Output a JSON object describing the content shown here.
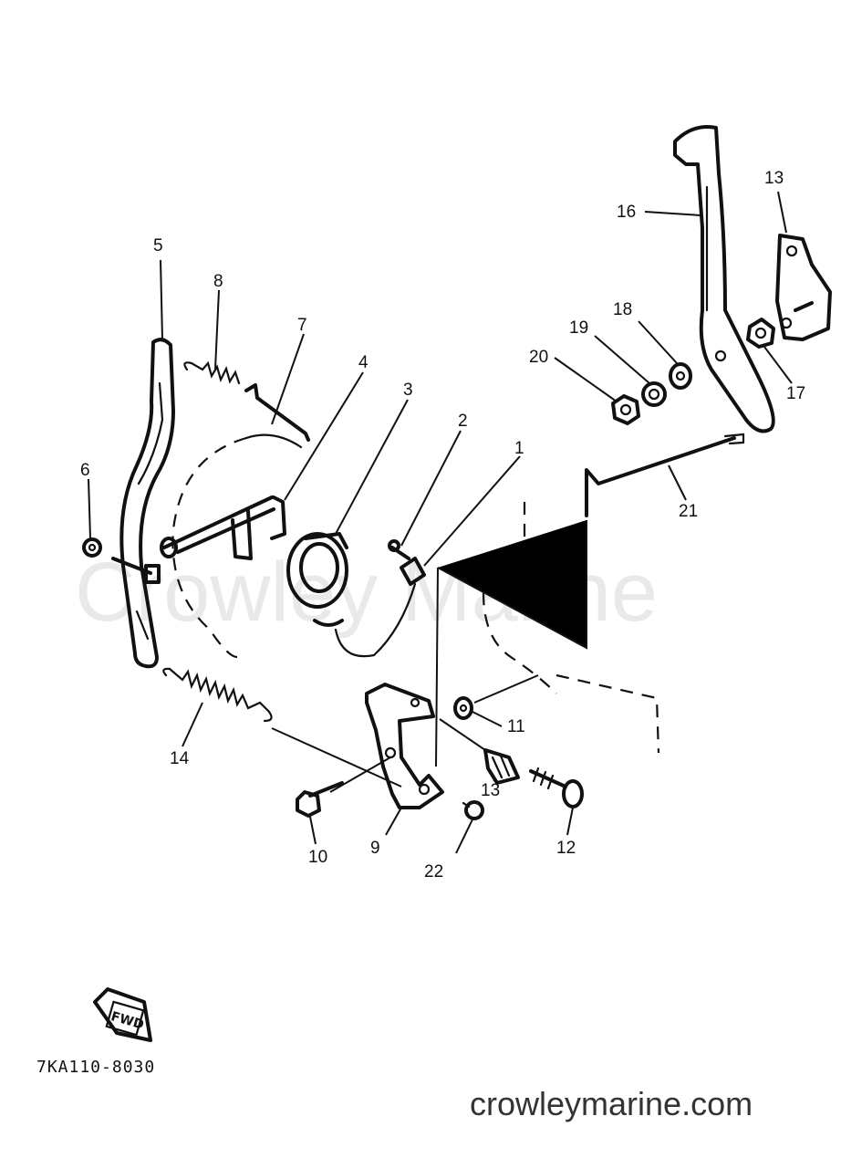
{
  "watermark": "Crowley Marine",
  "website": "crowleymarine.com",
  "diagram_code": "7KA110-8030",
  "fwd_label": "FWD",
  "parts": [
    {
      "num": "1"
    },
    {
      "num": "2"
    },
    {
      "num": "3"
    },
    {
      "num": "4"
    },
    {
      "num": "5"
    },
    {
      "num": "6"
    },
    {
      "num": "7"
    },
    {
      "num": "8"
    },
    {
      "num": "9"
    },
    {
      "num": "10"
    },
    {
      "num": "11"
    },
    {
      "num": "12"
    },
    {
      "num": "13"
    },
    {
      "num": "13"
    },
    {
      "num": "14"
    },
    {
      "num": "16"
    },
    {
      "num": "17"
    },
    {
      "num": "18"
    },
    {
      "num": "19"
    },
    {
      "num": "20"
    },
    {
      "num": "21"
    },
    {
      "num": "22"
    }
  ]
}
